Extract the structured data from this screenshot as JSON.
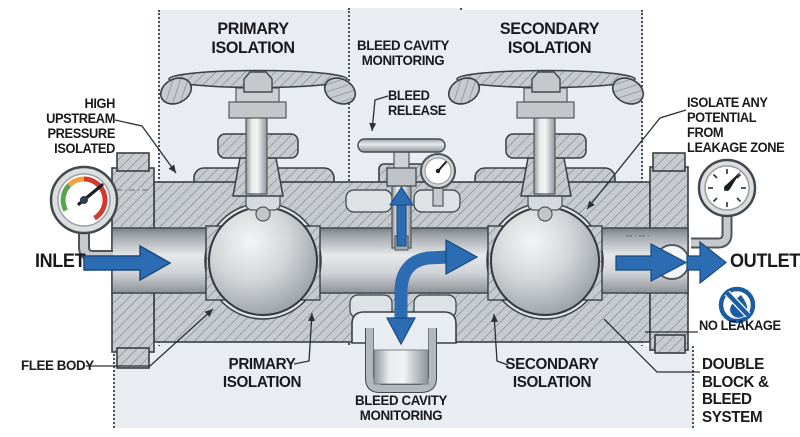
{
  "zones": {
    "primary": {
      "header": "PRIMARY\nISOLATION"
    },
    "bleed": {
      "header": "BLEED CAVITY\nMONITORING"
    },
    "secondary": {
      "header": "SECONDARY\nISOLATION"
    }
  },
  "labels": {
    "high_upstream": "HIGH UPSTREAM\nPRESSURE\nISOLATED",
    "inlet": "INLET",
    "flee_body": "FLEE BODY",
    "primary_isolation": "PRIMARY\nISOLATION",
    "bleed_release": "BLEED\nRELEASE",
    "bleed_cavity": "BLEED CAVITY\nMONITORING",
    "secondary_isolation": "SECONDARY\nISOLATION",
    "isolate_any": "ISOLATE ANY\nPOTENTIAL FROM\nLEAKAGE ZONE",
    "outlet": "OUTLET",
    "no_leakage": "NO LEAKAGE",
    "double_block": "DOUBLE\nBLOCK &\nBLEED\nSYSTEM"
  },
  "icons": {
    "no_leakage": "no-droplet-circle-slash-icon",
    "inlet_flow": "arrow-right-icon",
    "outlet_flow": "arrow-right-icon",
    "bleed_flow": "arrow-split-down-icon",
    "bleed_vent": "arrow-up-icon",
    "upstream_gauge": "pressure-gauge-icon",
    "cavity_gauge": "pressure-gauge-icon",
    "downstream_gauge": "pressure-gauge-icon"
  },
  "colors": {
    "zone_bg": "#e9edf2",
    "arrow_blue": "#2b6cb3",
    "arrow_blue_dark": "#17497e",
    "icon_blue": "#1c5ca1",
    "metal_gray": "#c8cbce",
    "outline": "#3a3f44",
    "gauge_green": "#58a54e",
    "gauge_yellow": "#f2a03d",
    "gauge_red": "#cf3b2f",
    "text": "#1a1a1c"
  }
}
